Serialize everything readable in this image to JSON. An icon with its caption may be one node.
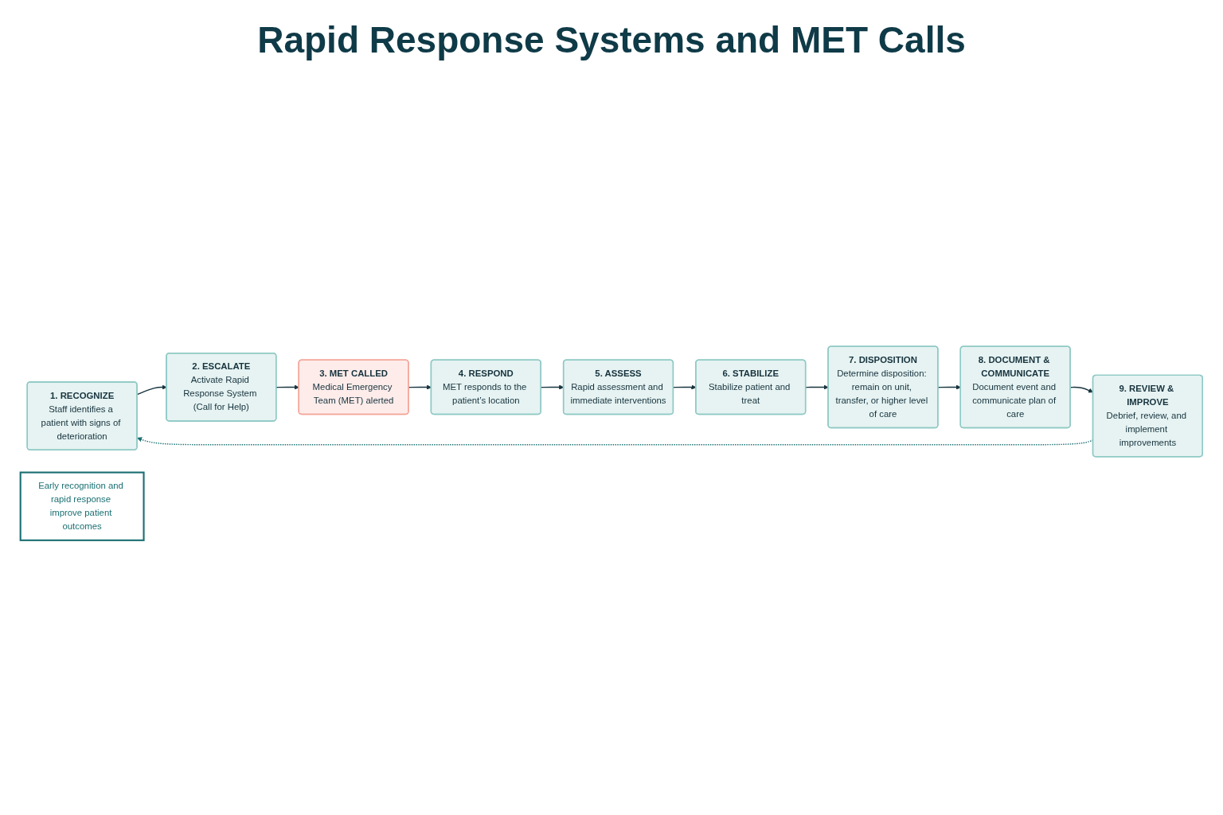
{
  "diagram": {
    "title": "Rapid Response Systems and MET Calls",
    "nodes": [
      {
        "text": [
          "1. RECOGNIZE",
          "Staff identifies a patient with signs of deterioration"
        ]
      },
      {
        "text": [
          "2. ESCALATE",
          "Activate Rapid Response System (Call for Help)"
        ]
      },
      {
        "text": [
          "3. MET CALLED",
          "Medical Emergency Team (MET) alerted"
        ]
      },
      {
        "text": [
          "4. RESPOND",
          "MET responds to the patient’s location"
        ]
      },
      {
        "text": [
          "5. ASSESS",
          "Rapid assessment and immediate interventions"
        ]
      },
      {
        "text": [
          "Early recognition and rapid response improve patient outcomes"
        ]
      },
      {
        "text": [
          "6. STABILIZE",
          "Stabilize patient and treat"
        ]
      },
      {
        "text": [
          "7. DISPOSITION",
          "Determine disposition: remain on unit, transfer, or higher level of care"
        ]
      },
      {
        "text": [
          "8. DOCUMENT & COMMUNICATE",
          "Document event and communicate plan of care"
        ]
      },
      {
        "text": [
          "9. REVIEW & IMPROVE",
          "Debrief, review, and implement improvements"
        ]
      }
    ],
    "edges": [
      {
        "from": 0,
        "to": 1,
        "arrow": "to"
      },
      {
        "from": 1,
        "to": 2,
        "arrow": "to"
      },
      {
        "from": 2,
        "to": 3,
        "arrow": "to"
      },
      {
        "from": 3,
        "to": 4,
        "arrow": "to"
      },
      {
        "from": 4,
        "to": 6,
        "arrow": "to"
      },
      {
        "from": 6,
        "to": 7,
        "arrow": "to"
      },
      {
        "from": 7,
        "to": 8,
        "arrow": "to"
      },
      {
        "from": 8,
        "to": 9,
        "arrow": "to"
      },
      {
        "from": 9,
        "to": 0,
        "arrow": "to",
        "style": "dashed",
        "color": "#1b6f72"
      }
    ]
  }
}
